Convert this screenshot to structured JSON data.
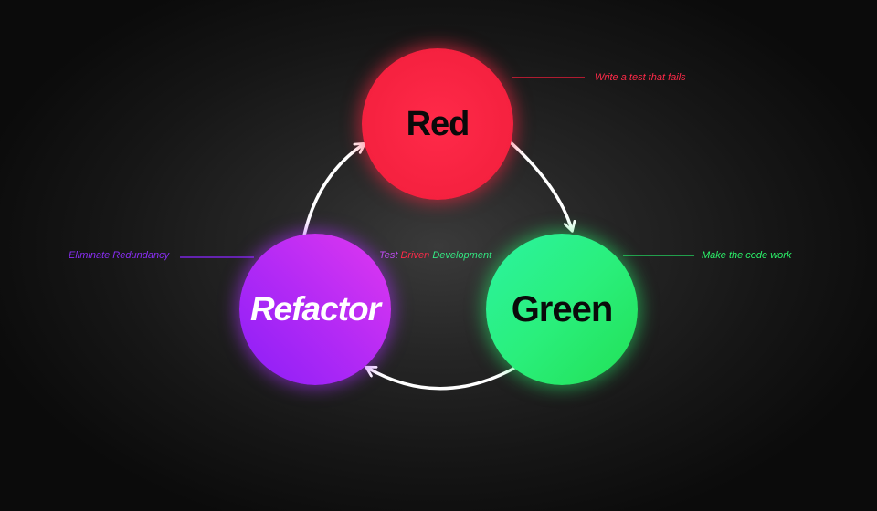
{
  "diagram": {
    "title_parts": [
      "Test",
      "Driven",
      "Development"
    ],
    "nodes": [
      {
        "id": "red",
        "label": "Red",
        "color": "#f5213f",
        "annotation": "Write a test that fails"
      },
      {
        "id": "green",
        "label": "Green",
        "color": "#2aef7c",
        "annotation": "Make the code work"
      },
      {
        "id": "refactor",
        "label": "Refactor",
        "color": "#a424f6",
        "annotation": "Eliminate Redundancy"
      }
    ],
    "edges": [
      {
        "from": "red",
        "to": "green"
      },
      {
        "from": "green",
        "to": "refactor"
      },
      {
        "from": "refactor",
        "to": "red"
      }
    ],
    "colors": {
      "background": "#1c1c1c",
      "arrow": "#ffffff",
      "red_accent": "#ff2a49",
      "green_accent": "#2cf36a",
      "purple_accent": "#8a2ef5"
    }
  }
}
